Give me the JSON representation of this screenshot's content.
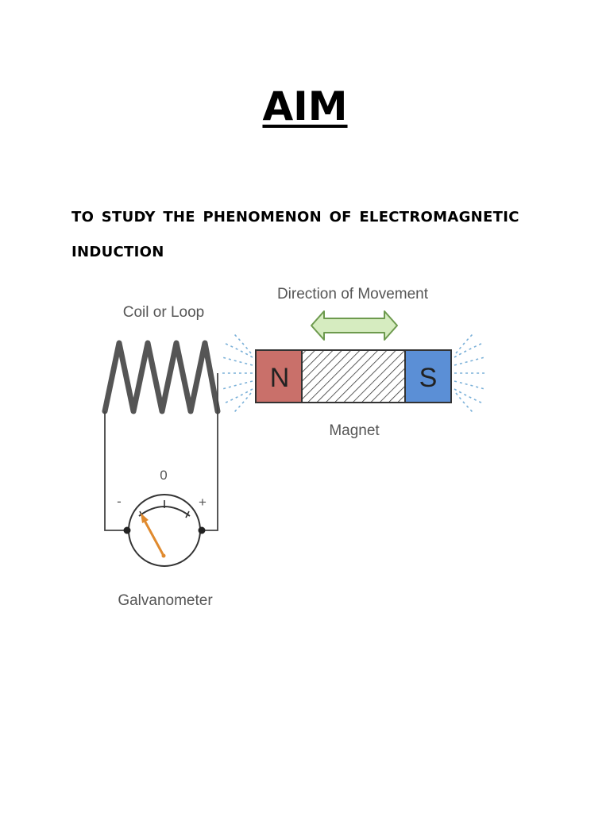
{
  "document": {
    "title": "AIM",
    "aim_text": "TO STUDY THE PHENOMENON OF ELECTROMAGNETIC INDUCTION"
  },
  "diagram": {
    "labels": {
      "coil": "Coil or Loop",
      "movement": "Direction of Movement",
      "magnet": "Magnet",
      "galvanometer": "Galvanometer",
      "zero": "0",
      "minus": "-",
      "plus": "+",
      "north": "N",
      "south": "S"
    },
    "colors": {
      "north_pole": "#c9706a",
      "south_pole": "#5b8fd6",
      "arrow_fill": "#d6ecc0",
      "arrow_stroke": "#6d9a4e",
      "needle": "#e08a2e",
      "field_lines": "#7ab0d8",
      "coil": "#555555"
    }
  }
}
